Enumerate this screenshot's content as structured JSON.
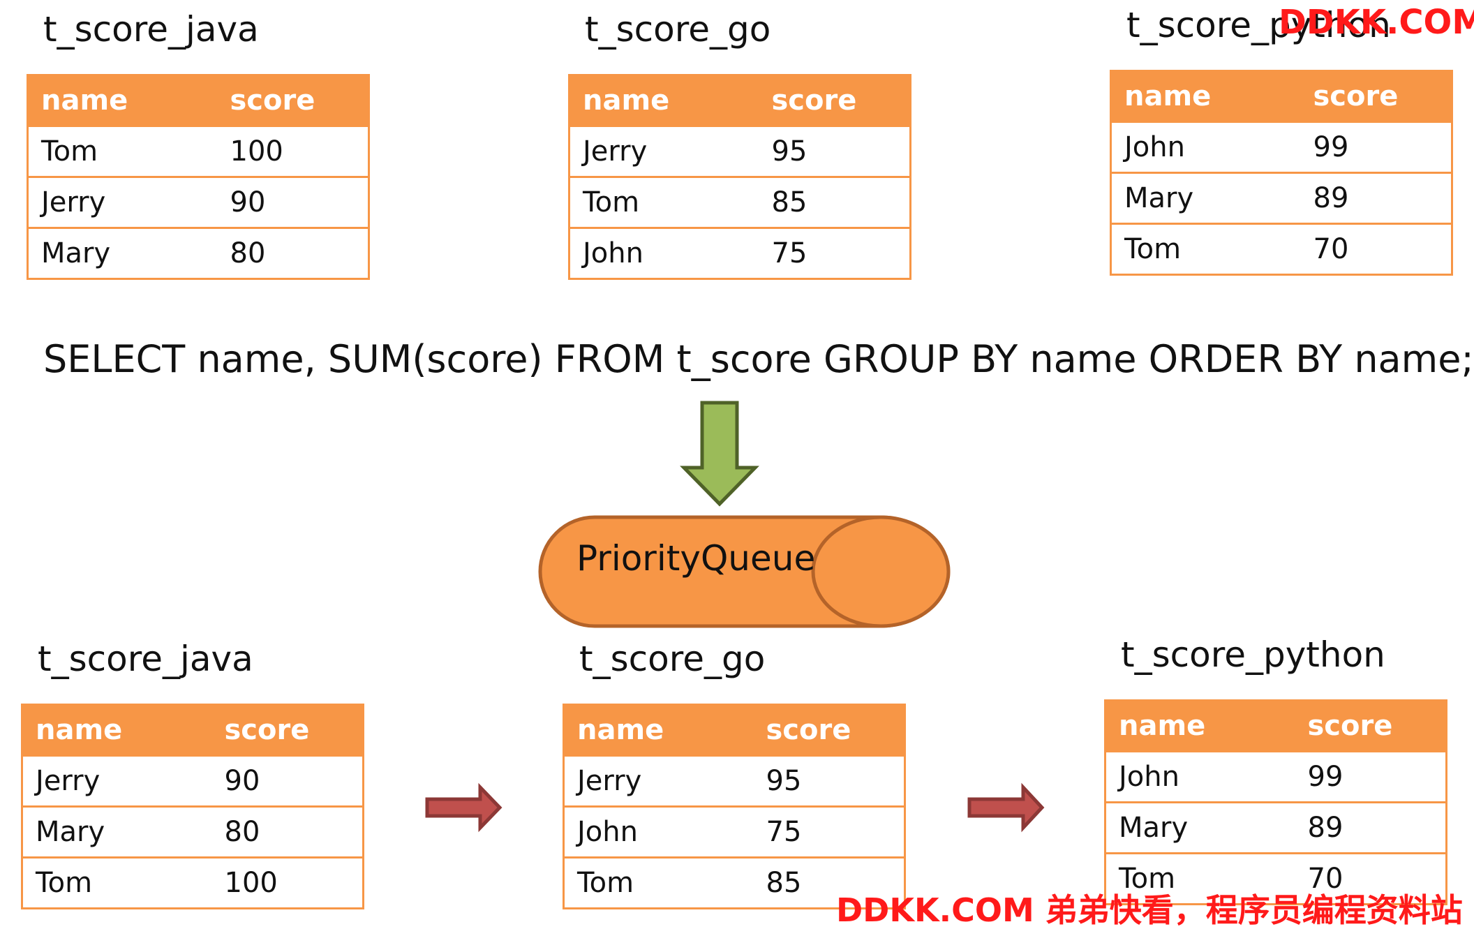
{
  "colors": {
    "header_bg": "#f79646",
    "border": "#f79646",
    "queue_fill": "#f79646",
    "queue_stroke": "#b46329",
    "down_arrow_fill": "#9bbb59",
    "down_arrow_stroke": "#4f6228",
    "right_arrow_fill": "#c0504d",
    "right_arrow_stroke": "#8c3836",
    "watermark": "#ff1a1a"
  },
  "icons": {
    "down_arrow": "down-arrow-icon",
    "right_arrow": "right-arrow-icon",
    "queue": "priority-queue-cylinder"
  },
  "top": {
    "java": {
      "title": "t_score_java",
      "headers": [
        "name",
        "score"
      ],
      "rows": [
        [
          "Tom",
          "100"
        ],
        [
          "Jerry",
          "90"
        ],
        [
          "Mary",
          "80"
        ]
      ]
    },
    "go": {
      "title": "t_score_go",
      "headers": [
        "name",
        "score"
      ],
      "rows": [
        [
          "Jerry",
          "95"
        ],
        [
          "Tom",
          "85"
        ],
        [
          "John",
          "75"
        ]
      ]
    },
    "python": {
      "title": "t_score_python",
      "headers": [
        "name",
        "score"
      ],
      "rows": [
        [
          "John",
          "99"
        ],
        [
          "Mary",
          "89"
        ],
        [
          "Tom",
          "70"
        ]
      ]
    }
  },
  "sql": "SELECT name, SUM(score) FROM t_score GROUP BY name ORDER BY name;",
  "queue_label": "PriorityQueue",
  "bottom": {
    "java": {
      "title": "t_score_java",
      "headers": [
        "name",
        "score"
      ],
      "rows": [
        [
          "Jerry",
          "90"
        ],
        [
          "Mary",
          "80"
        ],
        [
          "Tom",
          "100"
        ]
      ]
    },
    "go": {
      "title": "t_score_go",
      "headers": [
        "name",
        "score"
      ],
      "rows": [
        [
          "Jerry",
          "95"
        ],
        [
          "John",
          "75"
        ],
        [
          "Tom",
          "85"
        ]
      ]
    },
    "python": {
      "title": "t_score_python",
      "headers": [
        "name",
        "score"
      ],
      "rows": [
        [
          "John",
          "99"
        ],
        [
          "Mary",
          "89"
        ],
        [
          "Tom",
          "70"
        ]
      ]
    }
  },
  "watermark_top": "DDKK.COM",
  "watermark_bottom": "DDKK.COM 弟弟快看，程序员编程资料站"
}
